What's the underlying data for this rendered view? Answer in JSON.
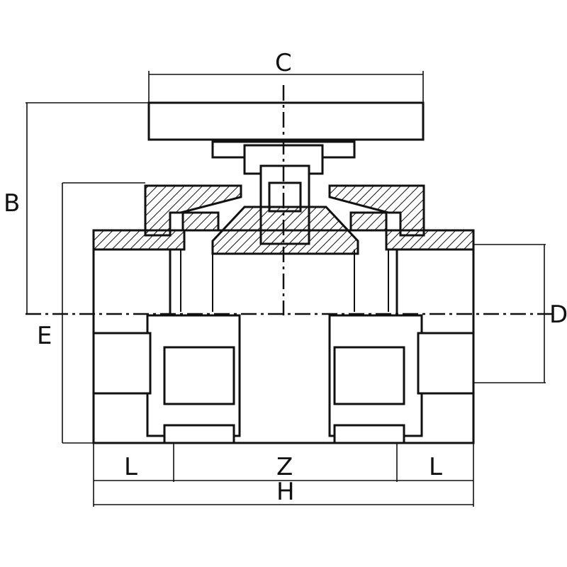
{
  "diagram": {
    "labels": {
      "C": "C",
      "B": "B",
      "E": "E",
      "D": "D",
      "L_left": "L",
      "Z": "Z",
      "L_right": "L",
      "H": "H"
    },
    "colors": {
      "line": "#111111",
      "background": "#ffffff"
    }
  }
}
